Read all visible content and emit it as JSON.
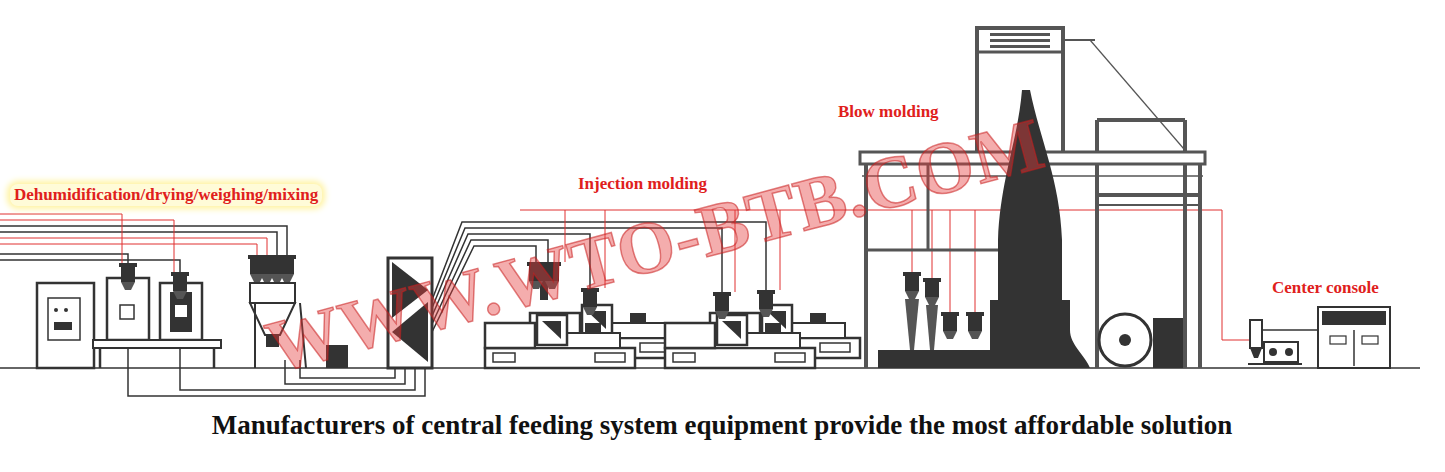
{
  "diagram": {
    "caption": "Manufacturers of central feeding system equipment provide the most affordable solution",
    "labels": [
      "Dehumidification/drying/weighing/mixing",
      "Injection molding",
      "Blow molding",
      "Center console",
      "WWW.WTO-BTB.COM"
    ]
  }
}
